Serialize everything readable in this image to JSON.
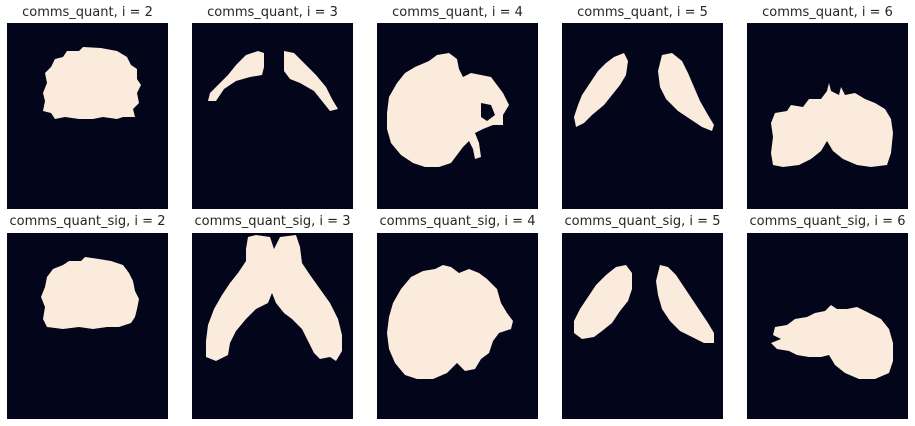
{
  "colors": {
    "background": "#03051a",
    "mask": "#faebdd",
    "title_text": "#262626"
  },
  "rows": [
    {
      "panels": [
        {
          "title": "comms_quant, i = 2"
        },
        {
          "title": "comms_quant, i = 3"
        },
        {
          "title": "comms_quant, i = 4"
        },
        {
          "title": "comms_quant, i = 5"
        },
        {
          "title": "comms_quant, i = 6"
        }
      ]
    },
    {
      "panels": [
        {
          "title": "comms_quant_sig, i = 2"
        },
        {
          "title": "comms_quant_sig, i = 3"
        },
        {
          "title": "comms_quant_sig, i = 4"
        },
        {
          "title": "comms_quant_sig, i = 5"
        },
        {
          "title": "comms_quant_sig, i = 6"
        }
      ]
    }
  ]
}
